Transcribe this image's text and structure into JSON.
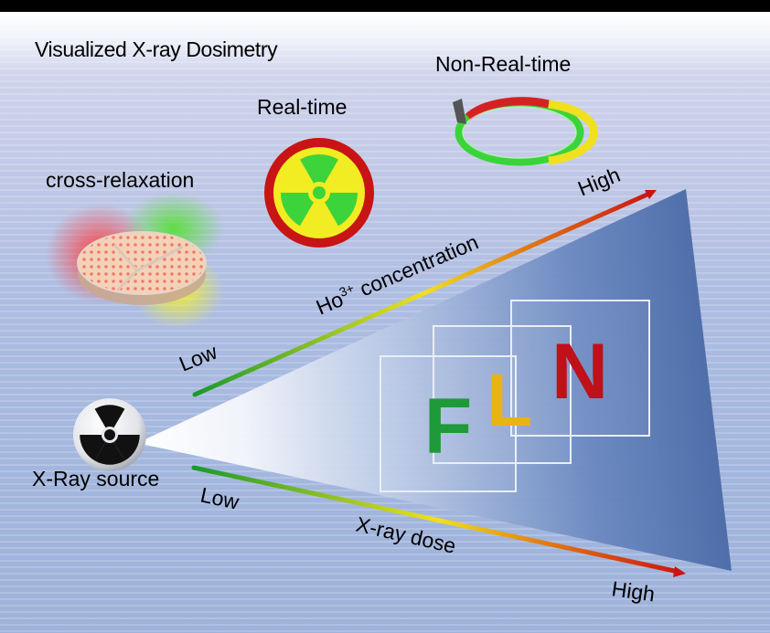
{
  "title": "Visualized X-ray Dosimetry",
  "labels": {
    "real_time": "Real-time",
    "non_real_time": "Non-Real-time",
    "cross_relaxation": "cross-relaxation",
    "source": "X-Ray source",
    "conc_low": "Low",
    "conc_high": "High",
    "dose_low": "Low",
    "dose_high": "High",
    "ho_base": "Ho",
    "ho_sup": "3+",
    "ho_rest": " concentration",
    "dose_axis": "X-ray dose"
  },
  "letters": {
    "f": "F",
    "l": "L",
    "n": "N"
  },
  "colors": {
    "low": "#1a9a2a",
    "mid": "#f0e020",
    "high": "#cc1111",
    "letter_f": "#1f9a3a",
    "letter_l": "#e8b414",
    "letter_n": "#c0101a",
    "cone": "#4a6aa6"
  },
  "icons": {
    "source": "radiation-icon",
    "real_time": "radiation-icon",
    "non_real_time": "ring-gauge-icon",
    "cross_relaxation": "phosphor-disc-icon"
  }
}
